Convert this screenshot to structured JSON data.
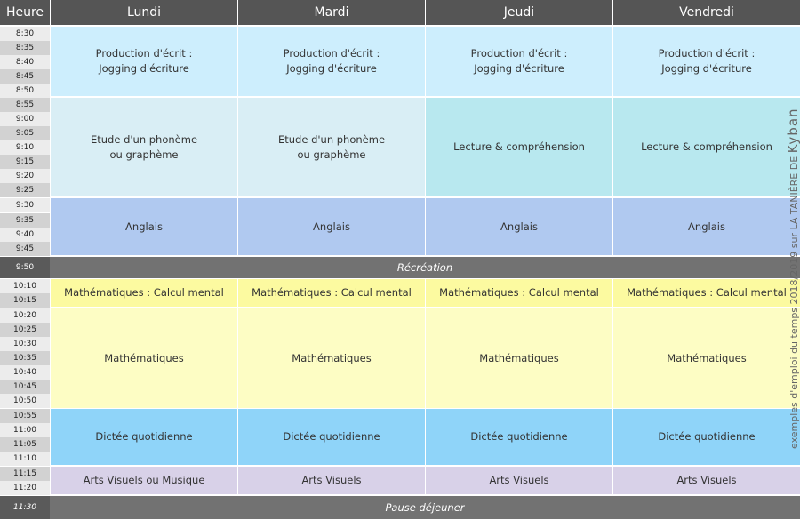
{
  "header": {
    "heure": "Heure",
    "days": [
      "Lundi",
      "Mardi",
      "Jeudi",
      "Vendredi"
    ]
  },
  "times": [
    "8:30",
    "8:35",
    "8:40",
    "8:45",
    "8:50",
    "8:55",
    "9:00",
    "9:05",
    "9:10",
    "9:15",
    "9:20",
    "9:25",
    "9:30",
    "9:35",
    "9:40",
    "9:45",
    "9:50",
    "10:10",
    "10:15",
    "10:20",
    "10:25",
    "10:30",
    "10:35",
    "10:40",
    "10:45",
    "10:50",
    "10:55",
    "11:00",
    "11:05",
    "11:10",
    "11:15",
    "11:20",
    "11:30"
  ],
  "blocks": {
    "b1": [
      "Production d'écrit :\nJogging d'écriture",
      "Production d'écrit :\nJogging d'écriture",
      "Production d'écrit :\nJogging d'écriture",
      "Production d'écrit :\nJogging d'écriture"
    ],
    "b2": [
      "Etude d'un phonème\nou graphème",
      "Etude d'un phonème\nou graphème",
      "Lecture & compréhension",
      "Lecture & compréhension"
    ],
    "b3": [
      "Anglais",
      "Anglais",
      "Anglais",
      "Anglais"
    ],
    "b4": [
      "Mathématiques : Calcul mental",
      "Mathématiques : Calcul mental",
      "Mathématiques : Calcul mental",
      "Mathématiques : Calcul mental"
    ],
    "b5": [
      "Mathématiques",
      "Mathématiques",
      "Mathématiques",
      "Mathématiques"
    ],
    "b6": [
      "Dictée quotidienne",
      "Dictée quotidienne",
      "Dictée quotidienne",
      "Dictée quotidienne"
    ],
    "b7": [
      "Arts Visuels ou Musique",
      "Arts Visuels",
      "Arts Visuels",
      "Arts Visuels"
    ]
  },
  "breaks": {
    "recreation": "Récréation",
    "pause": "Pause déjeuner"
  },
  "watermark": {
    "text": "exemples d'emploi du temps 2018/2019 sur LA TANIÈRE DE ",
    "brand": "Kyban"
  },
  "colors": {
    "header": "#555555",
    "production": "#cdeefd",
    "etude": "#d9eef5",
    "lecture": "#b8e8ef",
    "anglais": "#b0c9f0",
    "maths": "#fdfdc4",
    "dictee": "#8fd4f9",
    "arts": "#d8d1e8",
    "break": "#727272"
  }
}
